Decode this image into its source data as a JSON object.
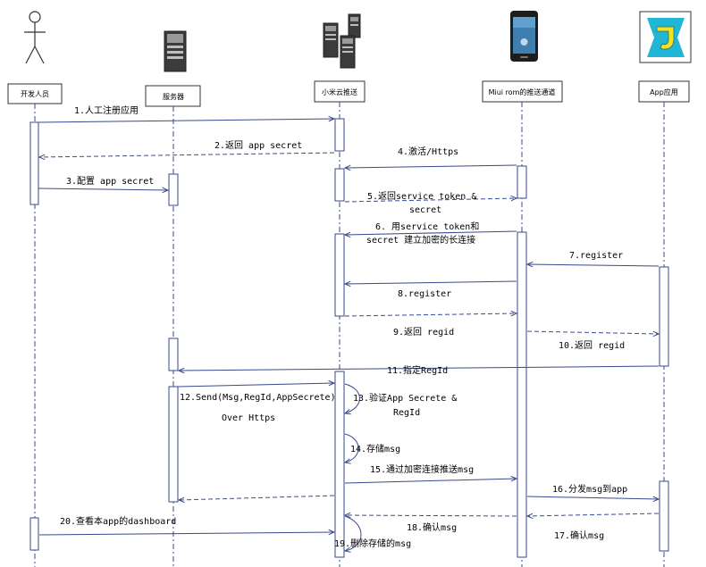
{
  "participants": [
    {
      "id": "developer",
      "label": "开发人员",
      "icon": "stick-figure-icon"
    },
    {
      "id": "server",
      "label": "服务器",
      "icon": "server-tower-icon"
    },
    {
      "id": "mipush",
      "label": "小米云推送",
      "icon": "server-cluster-icon"
    },
    {
      "id": "miui",
      "label": "Miui rom的推送通道",
      "icon": "smartphone-icon"
    },
    {
      "id": "app",
      "label": "App应用",
      "icon": "app-logo-icon"
    }
  ],
  "messages": [
    {
      "label": "1.人工注册应用"
    },
    {
      "label": "2.返回 app secret"
    },
    {
      "label": "3.配置 app secret"
    },
    {
      "label": "4.激活/Https"
    },
    {
      "label": "5.返回service token &",
      "label2": "secret"
    },
    {
      "label": "6. 用service token和",
      "label2": "secret 建立加密的长连接"
    },
    {
      "label": "7.register"
    },
    {
      "label": "8.register"
    },
    {
      "label": "9.返回 regid"
    },
    {
      "label": "10.返回 regid"
    },
    {
      "label": "11.指定RegId"
    },
    {
      "label": "12.Send(Msg,RegId,AppSecrete)",
      "label2": "Over Https"
    },
    {
      "label": "13.验证App Secrete &",
      "label2": "RegId"
    },
    {
      "label": "14.存储msg"
    },
    {
      "label": "15.通过加密连接推送msg"
    },
    {
      "label": "16.分发msg到app"
    },
    {
      "label": "17.确认msg"
    },
    {
      "label": "18.确认msg"
    },
    {
      "label": "19.删除存储的msg"
    },
    {
      "label": "20.查看本app的dashboard"
    }
  ],
  "colors": {
    "line": "#3a4a8c",
    "activation_fill": "#ffffff",
    "app_logo_bg": "#21b5d6",
    "app_logo_fg": "#f6e21a",
    "server_dark": "#3b3b3b",
    "server_light": "#bdbdbd"
  }
}
